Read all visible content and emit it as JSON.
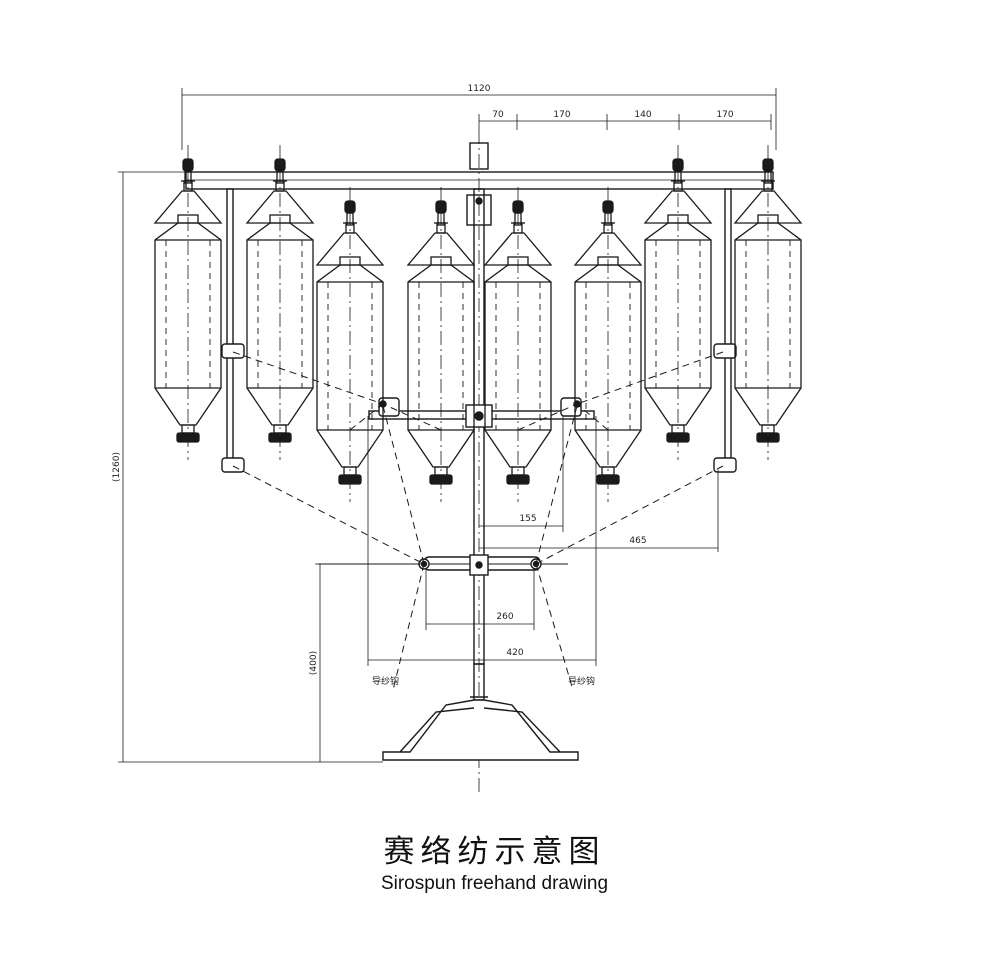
{
  "caption": {
    "chinese": "赛络纺示意图",
    "english": "Sirospun freehand drawing"
  },
  "dimensions": {
    "overall_width": "1120",
    "spacing_a": "70",
    "spacing_b": "170",
    "spacing_c": "140",
    "spacing_d": "170",
    "overall_height": "(1260)",
    "lower_height": "(400)",
    "guide_offset": "155",
    "rail_offset": "465",
    "inner_span": "260",
    "outer_span": "420"
  },
  "side_labels": {
    "left": "导纱钩",
    "right": "导纱钩"
  },
  "colors": {
    "line": "#1a1a1a",
    "background": "#ffffff"
  }
}
